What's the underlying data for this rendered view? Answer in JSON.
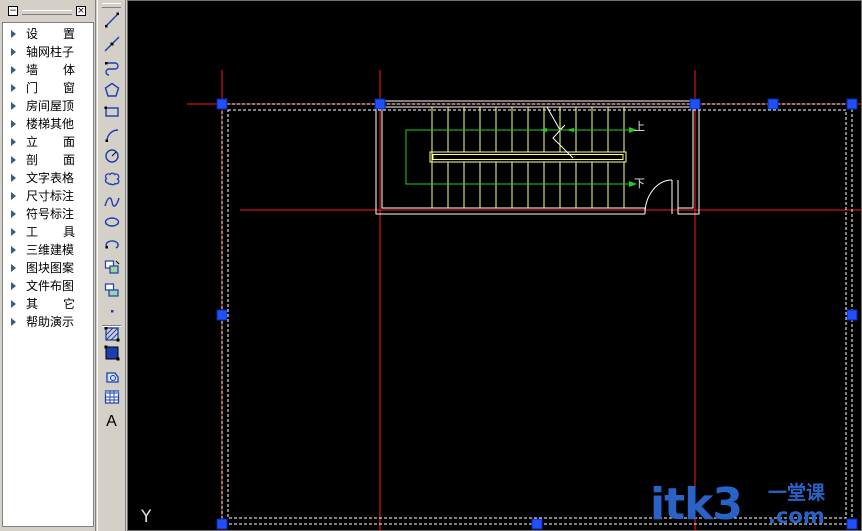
{
  "menu": {
    "collapse_glyph": "−",
    "close_glyph": "×",
    "items": [
      {
        "label": "设  置",
        "spread": true
      },
      {
        "label": "轴网柱子",
        "spread": false
      },
      {
        "label": "墙  体",
        "spread": true
      },
      {
        "label": "门  窗",
        "spread": true
      },
      {
        "label": "房间屋顶",
        "spread": false
      },
      {
        "label": "楼梯其他",
        "spread": false
      },
      {
        "label": "立  面",
        "spread": true
      },
      {
        "label": "剖  面",
        "spread": true
      },
      {
        "label": "文字表格",
        "spread": false
      },
      {
        "label": "尺寸标注",
        "spread": false
      },
      {
        "label": "符号标注",
        "spread": false
      },
      {
        "label": "工  具",
        "spread": true
      },
      {
        "label": "三维建模",
        "spread": false
      },
      {
        "label": "图块图案",
        "spread": false
      },
      {
        "label": "文件布图",
        "spread": false
      },
      {
        "label": "其  它",
        "spread": true
      },
      {
        "label": "帮助演示",
        "spread": false
      }
    ]
  },
  "toolbar": {
    "tools": [
      {
        "icon": "line-icon"
      },
      {
        "icon": "construction-line-icon"
      },
      {
        "icon": "polyline-icon"
      },
      {
        "icon": "polygon-icon"
      },
      {
        "icon": "rectangle-icon"
      },
      {
        "icon": "arc-icon"
      },
      {
        "icon": "circle-icon"
      },
      {
        "icon": "revision-cloud-icon"
      },
      {
        "icon": "spline-icon"
      },
      {
        "icon": "ellipse-icon"
      },
      {
        "icon": "ellipse-arc-icon"
      },
      {
        "icon": "insert-block-icon"
      },
      {
        "icon": "make-block-icon"
      },
      {
        "icon": "point-icon"
      },
      {
        "icon": "hatch-icon"
      },
      {
        "icon": "gradient-icon"
      },
      {
        "icon": "region-icon"
      },
      {
        "icon": "table-icon"
      },
      {
        "icon": "multiline-text-icon",
        "glyph": "A"
      }
    ]
  },
  "drawing": {
    "stair_up_label": "上",
    "stair_down_label": "下",
    "ucs_axis_label": "Y",
    "colors": {
      "background": "#000000",
      "axis_line": "#ff1a1a",
      "wall": "#ffffff",
      "stair": "#ffff80",
      "direction": "#22cc22",
      "grip": "#1f4fff"
    }
  },
  "watermark": {
    "brand": "itk3",
    "cn": "一堂课",
    "domain": ".com",
    "color": "#2a63c8"
  }
}
